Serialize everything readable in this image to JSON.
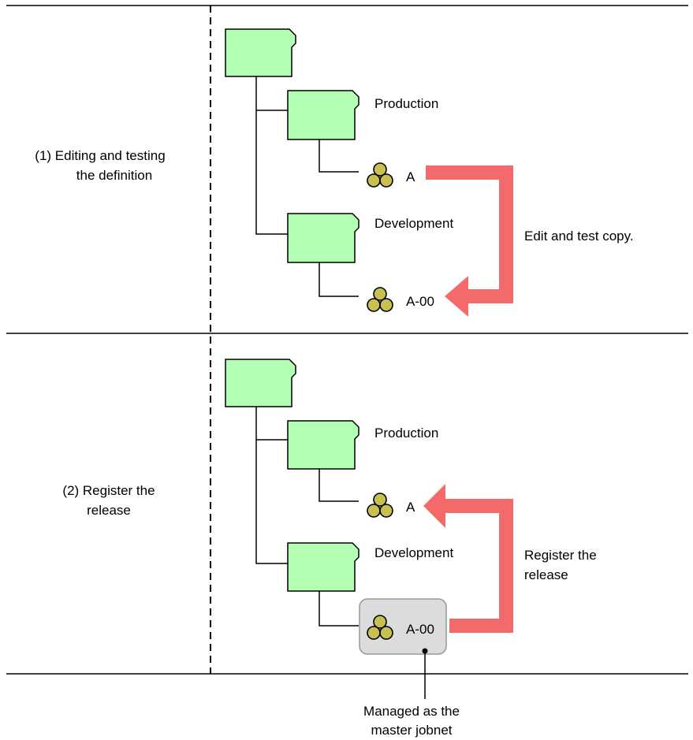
{
  "sections": [
    {
      "label_lines": [
        "(1) Editing and testing",
        "the definition"
      ],
      "production_label": "Production",
      "development_label": "Development",
      "production_jobnet": "A",
      "development_jobnet": "A-00",
      "arrow_label_lines": [
        "Edit and test copy."
      ]
    },
    {
      "label_lines": [
        "(2) Register the",
        "release"
      ],
      "production_label": "Production",
      "development_label": "Development",
      "production_jobnet": "A",
      "development_jobnet": "A-00",
      "arrow_label_lines": [
        "Register the",
        "release"
      ]
    }
  ],
  "callout_lines": [
    "Managed as the",
    "master jobnet"
  ],
  "colors": {
    "folder_fill": "#b3ffb3",
    "jobnet_icon_fill": "#c8c050",
    "arrow": "#f46a6a",
    "highlight_box": "#dcdcdc"
  }
}
